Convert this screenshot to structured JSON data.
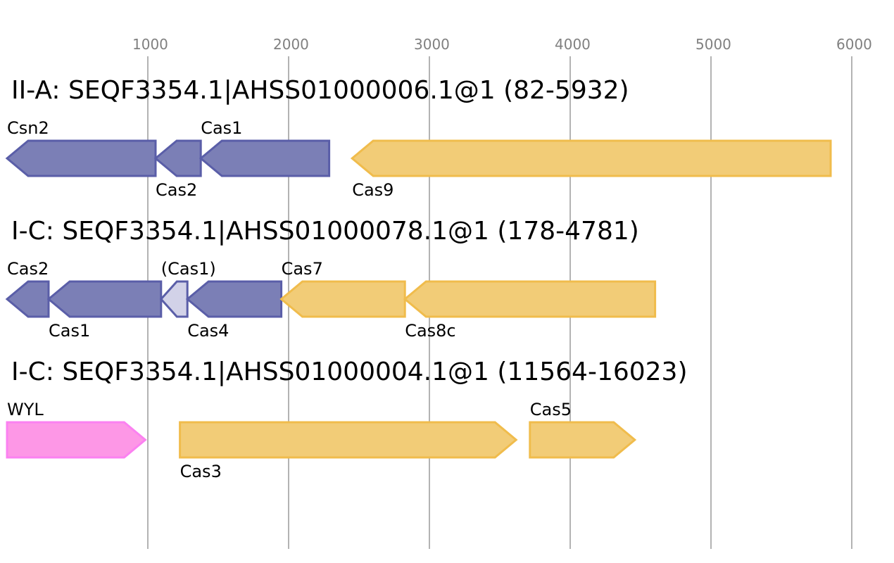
{
  "axis": {
    "ticks": [
      "1000",
      "2000",
      "3000",
      "4000",
      "5000",
      "6000"
    ]
  },
  "colors": {
    "adaptation": {
      "fill": "#7b7fb6",
      "stroke": "#5a5ea8"
    },
    "adaptation_partial": {
      "fill": "#d2d2e8",
      "stroke": "#5a5ea8"
    },
    "effector": {
      "fill": "#f2cc77",
      "stroke": "#f0bc4c"
    },
    "accessory": {
      "fill": "#fd97e6",
      "stroke": "#fb81f1"
    }
  },
  "loci": [
    {
      "title": "II-A: SEQF3354.1|AHSS01000006.1@1 (82-5932)",
      "genes": [
        {
          "label": "Csn2",
          "start": 82,
          "end": 1137,
          "strand": "-",
          "color": "adaptation",
          "label_pos": "above"
        },
        {
          "label": "Cas2",
          "start": 1137,
          "end": 1458,
          "strand": "-",
          "color": "adaptation",
          "label_pos": "below"
        },
        {
          "label": "Cas1",
          "start": 1458,
          "end": 2370,
          "strand": "-",
          "color": "adaptation",
          "label_pos": "above"
        },
        {
          "label": "Cas9",
          "start": 2533,
          "end": 5932,
          "strand": "-",
          "color": "effector",
          "label_pos": "below"
        }
      ]
    },
    {
      "title": "I-C: SEQF3354.1|AHSS01000078.1@1 (178-4781)",
      "genes": [
        {
          "label": "Cas2",
          "start": 178,
          "end": 473,
          "strand": "-",
          "color": "adaptation",
          "label_pos": "above"
        },
        {
          "label": "Cas1",
          "start": 473,
          "end": 1272,
          "strand": "-",
          "color": "adaptation",
          "label_pos": "below"
        },
        {
          "label": "(Cas1)",
          "start": 1272,
          "end": 1459,
          "strand": "-",
          "color": "adaptation_partial",
          "label_pos": "above"
        },
        {
          "label": "Cas4",
          "start": 1459,
          "end": 2126,
          "strand": "-",
          "color": "adaptation",
          "label_pos": "below"
        },
        {
          "label": "Cas7",
          "start": 2126,
          "end": 3004,
          "strand": "-",
          "color": "effector",
          "label_pos": "above"
        },
        {
          "label": "Cas8c",
          "start": 3004,
          "end": 4781,
          "strand": "-",
          "color": "effector",
          "label_pos": "below"
        }
      ]
    },
    {
      "title": "I-C: SEQF3354.1|AHSS01000004.1@1 (11564-16023)",
      "genes": [
        {
          "label": "WYL",
          "start": 11564,
          "end": 12546,
          "strand": "+",
          "color": "accessory",
          "label_pos": "above"
        },
        {
          "label": "Cas3",
          "start": 12792,
          "end": 15180,
          "strand": "+",
          "color": "effector",
          "label_pos": "below"
        },
        {
          "label": "Cas5",
          "start": 15278,
          "end": 16023,
          "strand": "+",
          "color": "effector",
          "label_pos": "above"
        }
      ]
    }
  ]
}
